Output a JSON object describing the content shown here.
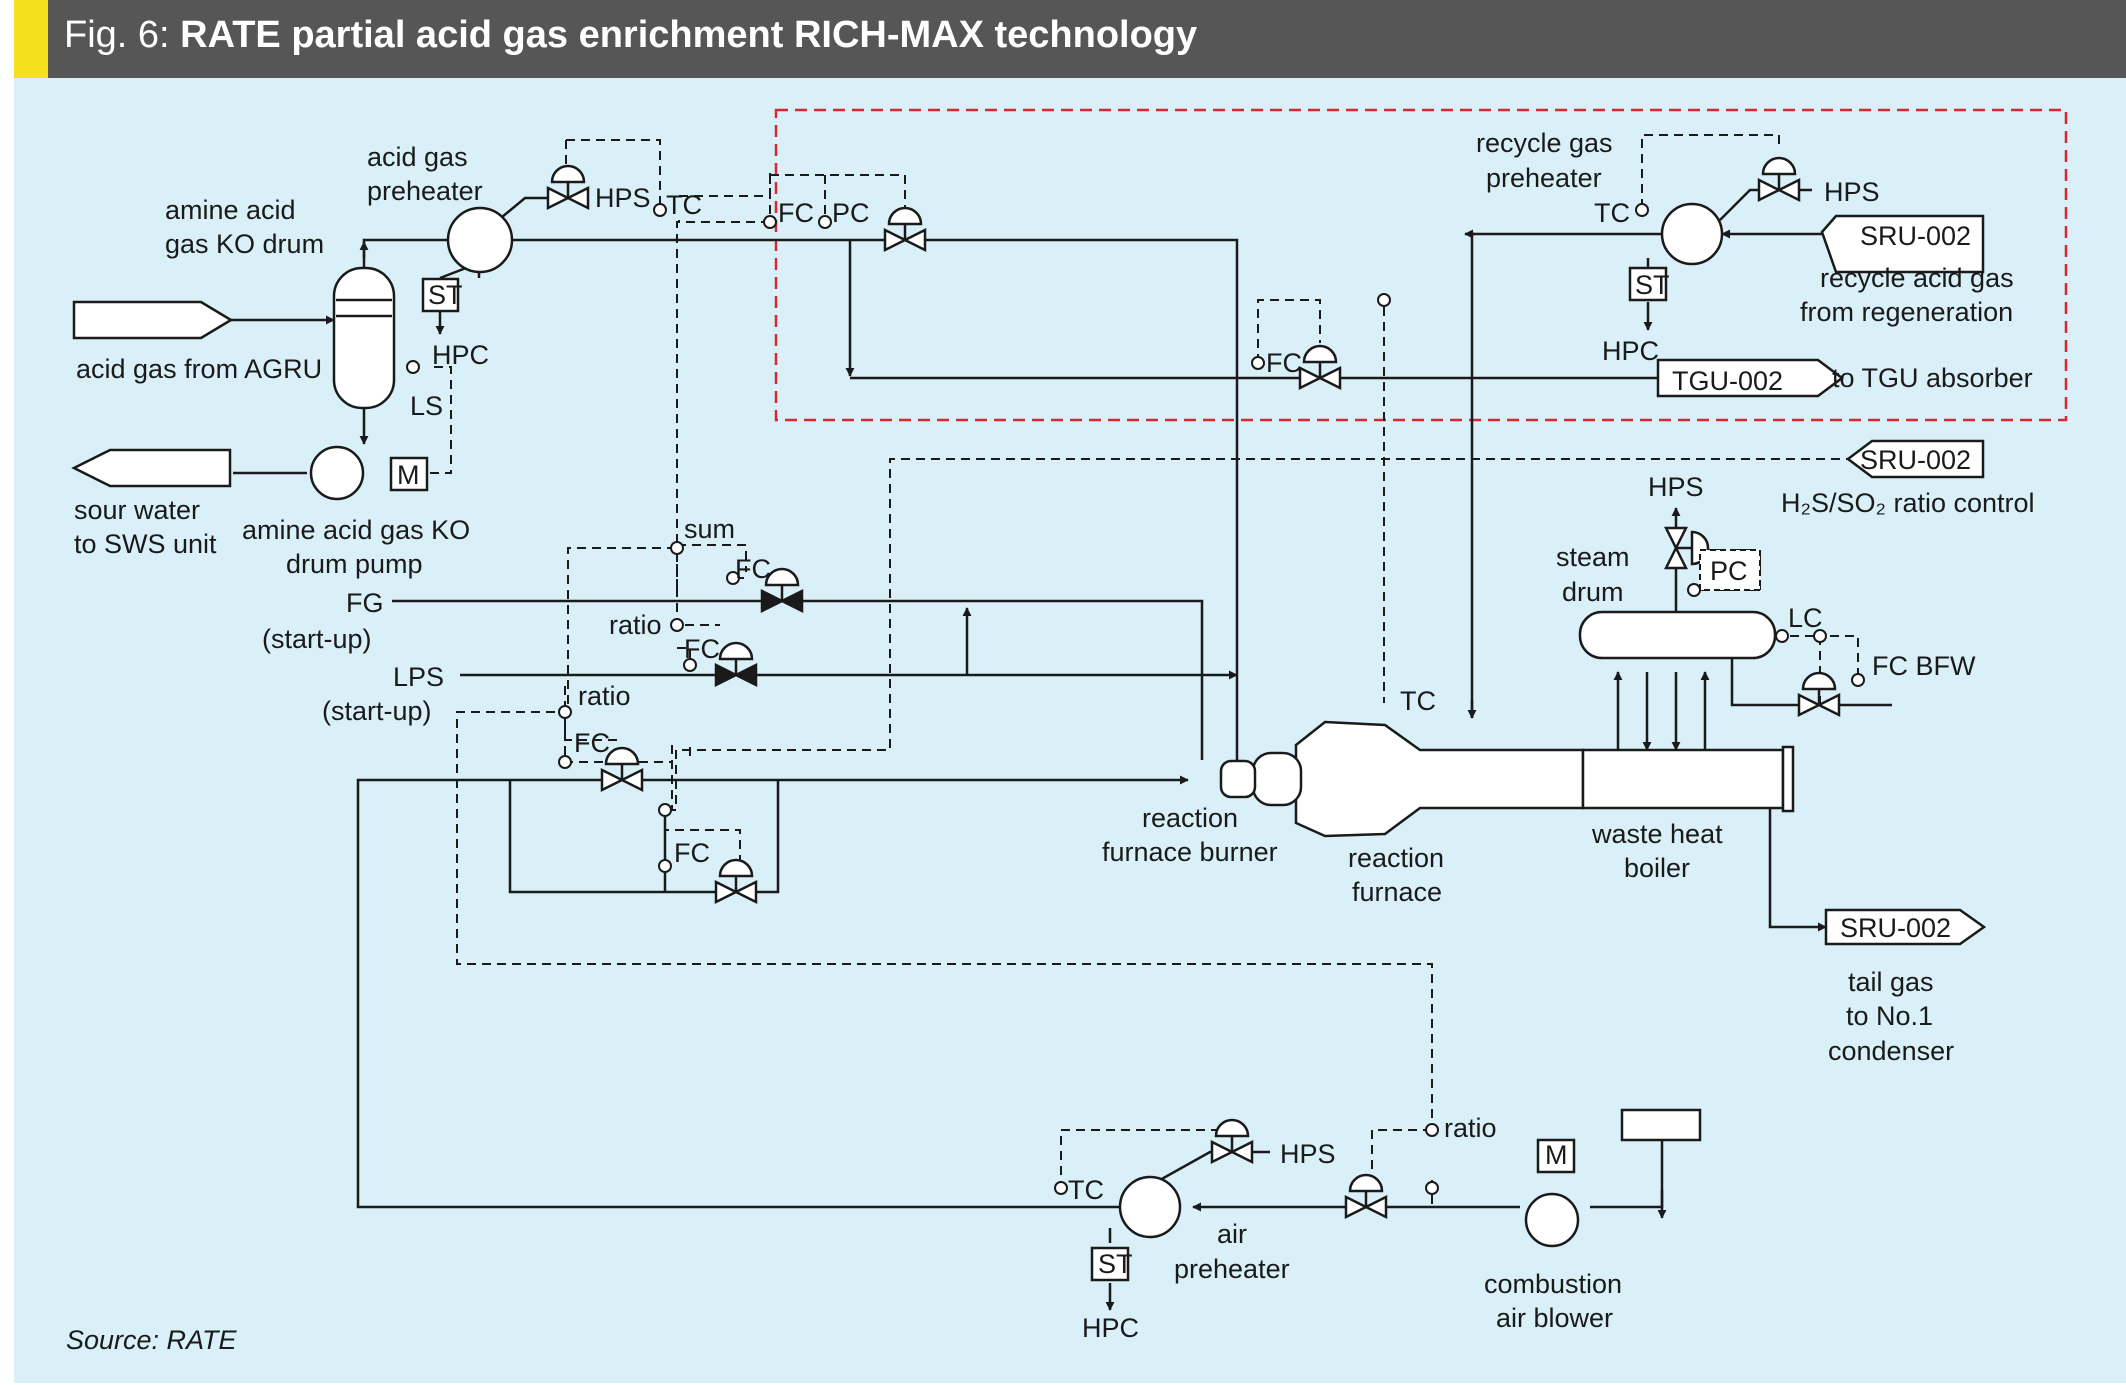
{
  "figure": {
    "fig_label": "Fig. 6: ",
    "title": "RATE partial acid gas enrichment RICH-MAX technology",
    "source": "Source: RATE"
  },
  "labels": {
    "amine_acid_1": "amine acid",
    "amine_acid_2": "gas KO drum",
    "acid_gas_1": "acid gas",
    "acid_gas_2": "preheater",
    "acid_gas_from_agru": "acid gas from AGRU",
    "sour_water_1": "sour water",
    "sour_water_2": "to SWS unit",
    "pump_1": "amine acid gas KO",
    "pump_2": "drum pump",
    "hps": "HPS",
    "hpc": "HPC",
    "tc": "TC",
    "fc": "FC",
    "pc": "PC",
    "ls": "LS",
    "lc": "LC",
    "st": "ST",
    "m": "M",
    "sum": "sum",
    "ratio": "ratio",
    "fg": "FG",
    "startup": "(start-up)",
    "lps": "LPS",
    "recycle_1": "recycle gas",
    "recycle_2": "preheater",
    "sru_002": "SRU-002",
    "tgu_002": "TGU-002",
    "recycle_acid_1": "recycle acid gas",
    "recycle_acid_2": "from regeneration",
    "to_tgu": "to TGU absorber",
    "h2s_ratio": "H₂S/SO₂ ratio control",
    "steam_1": "steam",
    "steam_2": "drum",
    "fc_bfw": "FC  BFW",
    "burner_1": "reaction",
    "burner_2": "furnace burner",
    "furnace_1": "reaction",
    "furnace_2": "furnace",
    "whb_1": "waste heat",
    "whb_2": "boiler",
    "tail_1": "tail gas",
    "tail_2": "to No.1",
    "tail_3": "condenser",
    "air_pre_1": "air",
    "air_pre_2": "preheater",
    "blower_1": "combustion",
    "blower_2": "air blower"
  },
  "colors": {
    "background": "#d9f0f9",
    "header": "#575657",
    "accent_bar": "#f4e01c",
    "recycle_boundary": "#d7282f",
    "line": "#1a1a1a"
  }
}
